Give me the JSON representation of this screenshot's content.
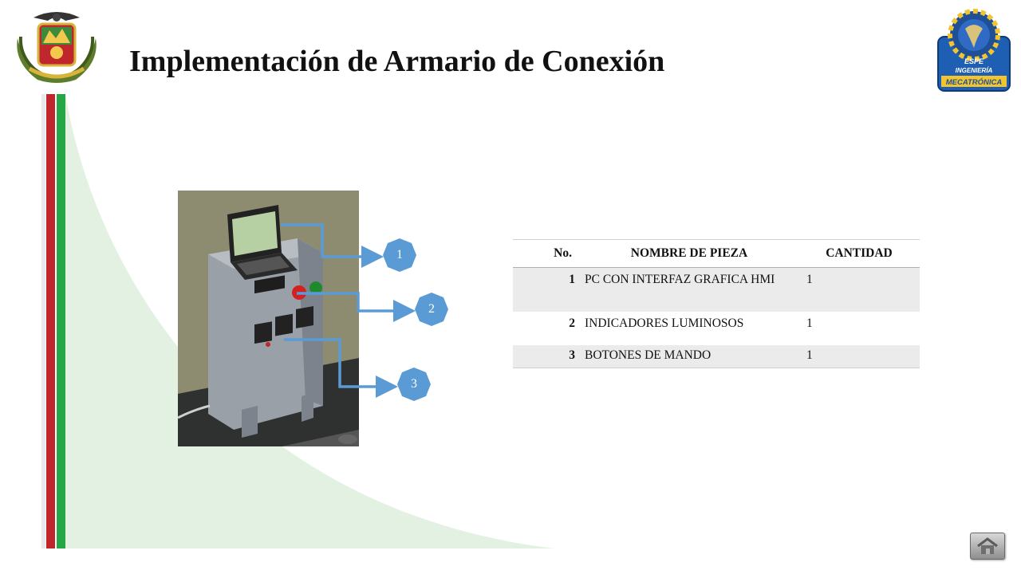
{
  "title": "Implementación de Armario de Conexión",
  "logo_right_text": {
    "line1": "ESPE",
    "line2": "INGENIERÍA",
    "line3": "MECATRÓNICA"
  },
  "callouts": [
    "1",
    "2",
    "3"
  ],
  "table": {
    "headers": [
      "No.",
      "NOMBRE DE PIEZA",
      "CANTIDAD"
    ],
    "rows": [
      {
        "no": "1",
        "name": "PC CON INTERFAZ GRAFICA HMI",
        "qty": "1"
      },
      {
        "no": "2",
        "name": "INDICADORES LUMINOSOS",
        "qty": "1"
      },
      {
        "no": "3",
        "name": "BOTONES DE MANDO",
        "qty": "1"
      }
    ]
  },
  "colors": {
    "stripe_red": "#c0272d",
    "stripe_green": "#27a646",
    "background_curve": "#e3f1e3",
    "callout_blue": "#5b9bd5",
    "row_shade": "#ebebeb"
  },
  "icons": {
    "home_button": "home-icon"
  }
}
